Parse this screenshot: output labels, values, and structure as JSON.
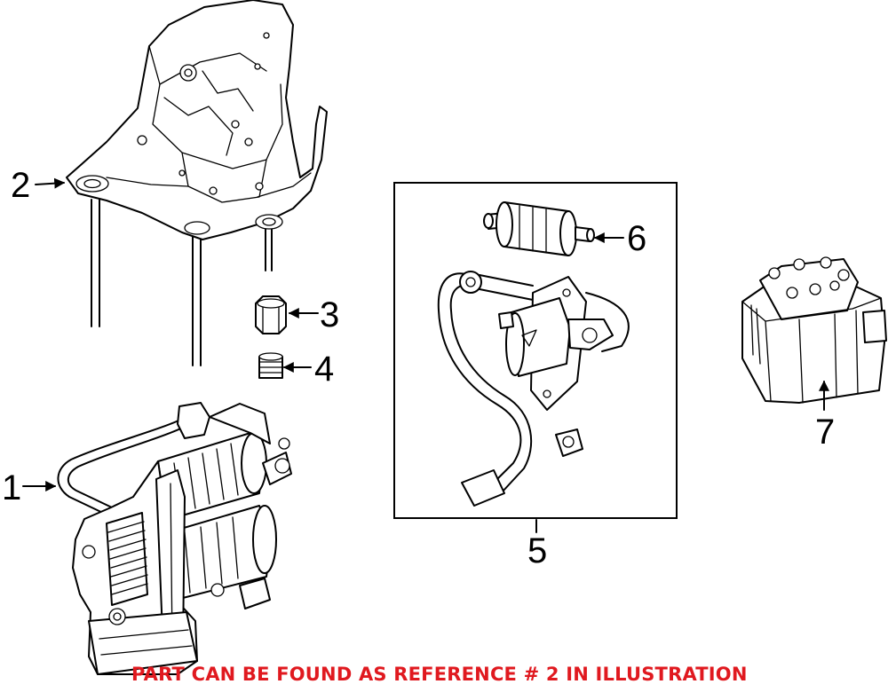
{
  "callouts": [
    {
      "id": "1",
      "label": "1"
    },
    {
      "id": "2",
      "label": "2"
    },
    {
      "id": "3",
      "label": "3"
    },
    {
      "id": "4",
      "label": "4"
    },
    {
      "id": "5",
      "label": "5"
    },
    {
      "id": "6",
      "label": "6"
    },
    {
      "id": "7",
      "label": "7"
    }
  ],
  "footer": {
    "note": "PART CAN BE FOUND AS REFERENCE # 2 IN ILLUSTRATION"
  },
  "colors": {
    "note": "#e0191f",
    "line": "#000000",
    "background": "#ffffff"
  }
}
